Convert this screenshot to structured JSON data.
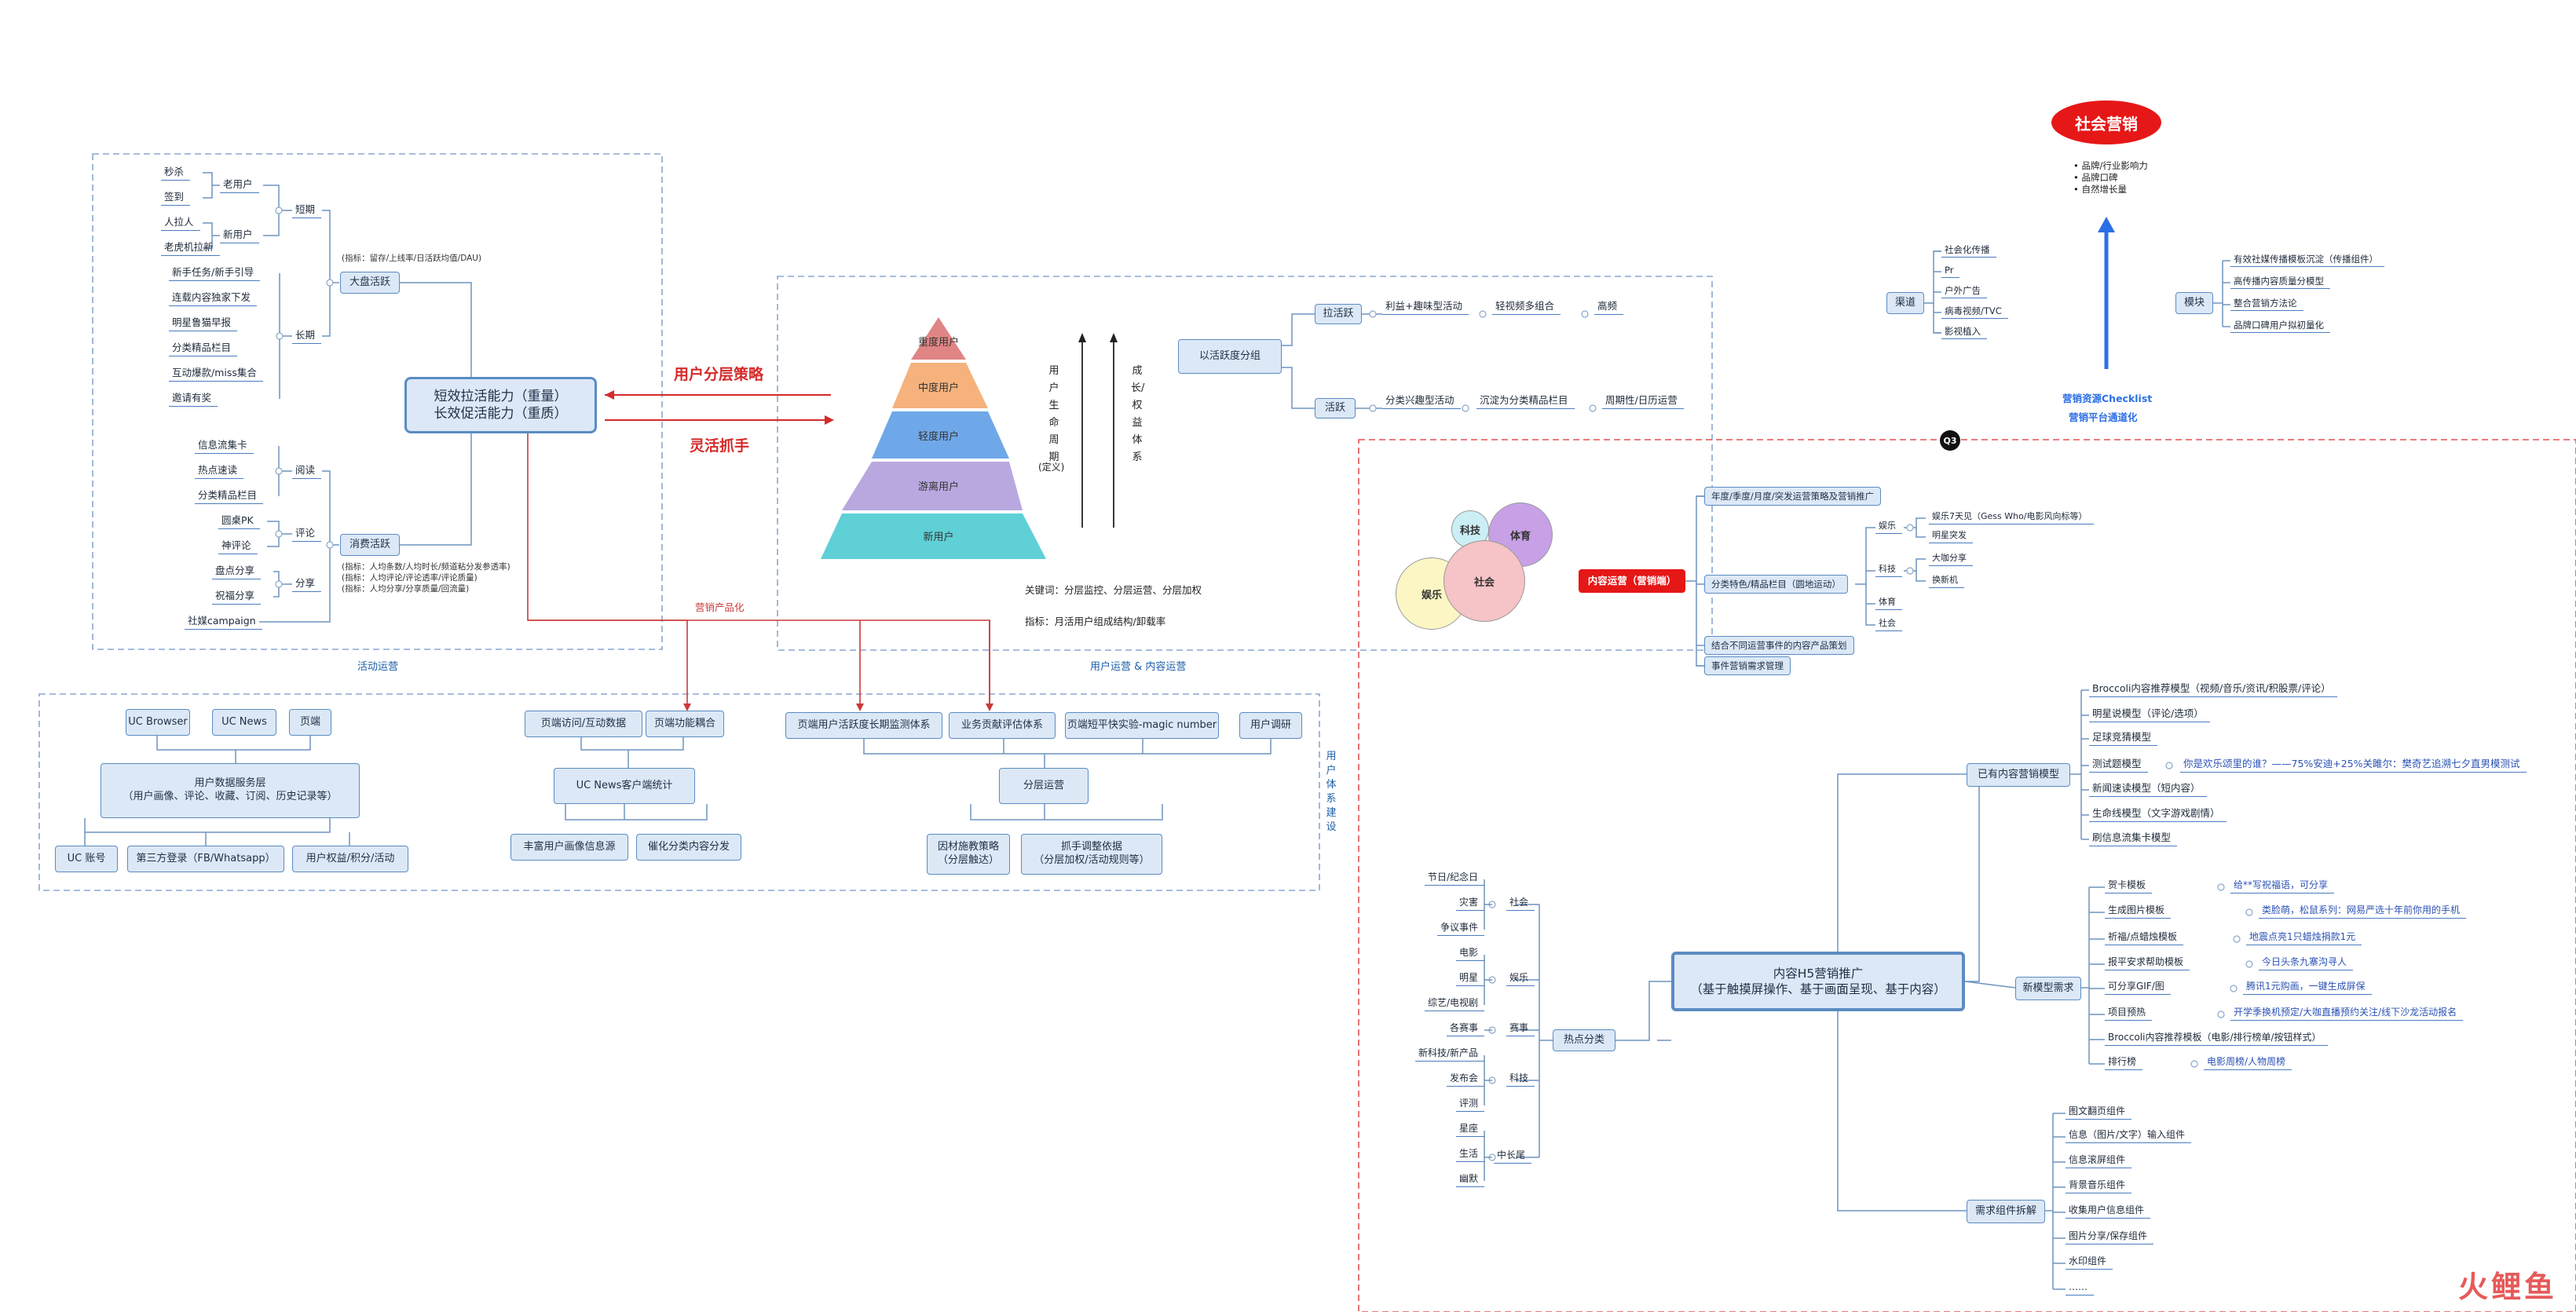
{
  "left_panel": {
    "title": "活动运营",
    "short_term_items": [
      "秒杀",
      "签到",
      "人拉人",
      "老虎机拉新"
    ],
    "old_user": "老用户",
    "new_user": "新用户",
    "short_term": "短期",
    "long_term_items": [
      "新手任务/新手引导",
      "连载内容独家下发",
      "明星鲁猫早报",
      "分类精品栏目",
      "互动爆款/miss集合",
      "邀请有奖"
    ],
    "long_term": "长期",
    "big_active": "大盘活跃",
    "big_active_note": "(指标：留存/上线率/日活跃均值/DAU)",
    "core_line1": "短效拉活能力（重量）",
    "core_line2": "长效促活能力（重质）",
    "read_items": [
      "信息流集卡",
      "热点速读",
      "分类精品栏目"
    ],
    "read": "阅读",
    "comment_items": [
      "圆桌PK",
      "神评论"
    ],
    "comment": "评论",
    "share_items": [
      "盘点分享",
      "祝福分享"
    ],
    "share": "分享",
    "social": "社媒campaign",
    "consume_active": "消费活跃",
    "consume_notes": [
      "(指标：人均条数/人均时长/频道粘分发参透率)",
      "(指标：人均评论/评论透率/评论质量)",
      "(指标：人均分享/分享质量/回流量)"
    ]
  },
  "middle": {
    "strategy": "用户分层策略",
    "flexible": "灵活抓手",
    "pyramid": [
      "重度用户",
      "中度用户",
      "轻度用户",
      "游离用户",
      "新用户"
    ],
    "lifecycle_label": "用户生命周期",
    "lifecycle_sub": "(定义)",
    "growth_label": "成长/权益体系",
    "keyword_line": "关键词：分层监控、分层运营、分层加权",
    "metric_line": "指标：月活用户组成结构/卸载率",
    "group": "以活跃度分组",
    "pull": "拉活跃",
    "pull_items": [
      "利益+趣味型活动",
      "轻视频多组合",
      "高频"
    ],
    "active": "活跃",
    "active_items": [
      "分类兴趣型活动",
      "沉淀为分类精品栏目",
      "周期性/日历运营"
    ],
    "panel_title": "用户运营 & 内容运营",
    "productize": "营销产品化"
  },
  "bottom": {
    "browsers": [
      "UC Browser",
      "UC News",
      "页端"
    ],
    "data_layer_line1": "用户数据服务层",
    "data_layer_line2": "（用户画像、评论、收藏、订阅、历史记录等）",
    "accounts": [
      "UC 账号",
      "第三方登录（FB/Whatsapp）",
      "用户权益/积分/活动"
    ],
    "page_stats": [
      "页端访问/互动数据",
      "页端功能耦合"
    ],
    "uc_stats": "UC News客户端统计",
    "uc_subs": [
      "丰富用户画像信息源",
      "催化分类内容分发"
    ],
    "top_row": [
      "页端用户活跃度长期监测体系",
      "业务贡献评估体系",
      "页端短平快实验-magic number",
      "用户调研"
    ],
    "layered": "分层运营",
    "layered_subs_1": [
      "因材施教策略",
      "（分层触达）"
    ],
    "layered_subs_2": [
      "抓手调整依据",
      "（分层加权/活动规则等）"
    ],
    "vertical": "用户体系建设"
  },
  "right_top": {
    "social_marketing": "社会营销",
    "bullets": [
      "• 品牌/行业影响力",
      "• 品牌口碑",
      "• 自然增长量"
    ],
    "channel": "渠道",
    "channel_items": [
      "社会化传播",
      "Pr",
      "户外广告",
      "病毒视频/TVC",
      "影视植入"
    ],
    "module": "模块",
    "module_items": [
      "有效社媒传播模板沉淀（传播组件）",
      "高传播内容质量分模型",
      "整合营销方法论",
      "品牌口碑用户拟初量化"
    ],
    "checklist1": "营销资源Checklist",
    "checklist2": "营销平台通道化",
    "q3": "Q3"
  },
  "right_mid": {
    "circles": [
      "科技",
      "体育",
      "娱乐",
      "社会"
    ],
    "content_ops": "内容运营（营销端）",
    "branches": [
      "年度/季度/月度/突发运营策略及营销推广",
      "分类特色/精品栏目（圆地运动）",
      "结合不同运营事件的内容产品策划",
      "事件营销需求管理"
    ],
    "ent": "娱乐",
    "ent_items": [
      "娱乐7天见（Gess Who/电影风向标等）",
      "明星突发"
    ],
    "tech": "科技",
    "tech_items": [
      "大咖分享",
      "换新机"
    ],
    "sports": "体育",
    "society": "社会"
  },
  "right_bottom": {
    "h5_line1": "内容H5营销推广",
    "h5_line2": "（基于触摸屏操作、基于画面呈现、基于内容）",
    "existing": "已有内容营销模型",
    "existing_items": [
      "Broccoli内容推荐模型（视频/音乐/资讯/积股票/评论）",
      "明星说模型（评论/选项）",
      "足球竞猜模型",
      "测试题模型",
      "新闻速读模型（短内容）",
      "生命线模型（文字游戏剧情）",
      "刷信息流集卡模型"
    ],
    "test_note": "你是欢乐颂里的谁？——75%安迪+25%关雎尔：樊奇艺追溯七夕直男模测试",
    "new_model": "新模型需求",
    "new_items": [
      "贺卡模板",
      "生成图片模板",
      "祈福/点蜡烛模板",
      "报平安求帮助模板",
      "可分享GIF/图",
      "项目预热",
      "Broccoli内容推荐模板（电影/排行榜单/按钮样式）",
      "排行榜"
    ],
    "new_notes": [
      "给**写祝福语，可分享",
      "类脸萌，松鼠系列：网易严选十年前你用的手机",
      "地震点亮1只蜡烛捐款1元",
      "今日头条九寨沟寻人",
      "腾讯1元购画，一键生成屏保",
      "开学季换机预定/大咖直播预约关注/线下沙龙活动报名",
      "",
      "电影周榜/人物周榜"
    ],
    "component": "需求组件拆解",
    "component_items": [
      "图文翻页组件",
      "信息（图片/文字）输入组件",
      "信息滚屏组件",
      "背景音乐组件",
      "收集用户信息组件",
      "图片分享/保存组件",
      "水印组件",
      "……"
    ],
    "hot": "热点分类",
    "hot_groups": [
      {
        "name": "社会",
        "items": [
          "节日/纪念日",
          "灾害",
          "争议事件"
        ]
      },
      {
        "name": "娱乐",
        "items": [
          "电影",
          "明星",
          "综艺/电视剧"
        ]
      },
      {
        "name": "赛事",
        "items": [
          "各赛事"
        ]
      },
      {
        "name": "科技",
        "items": [
          "新科技/新产品",
          "发布会",
          "评测"
        ]
      },
      {
        "name": "中长尾",
        "items": [
          "星座",
          "生活",
          "幽默"
        ]
      }
    ]
  },
  "logo": "火鲤鱼"
}
